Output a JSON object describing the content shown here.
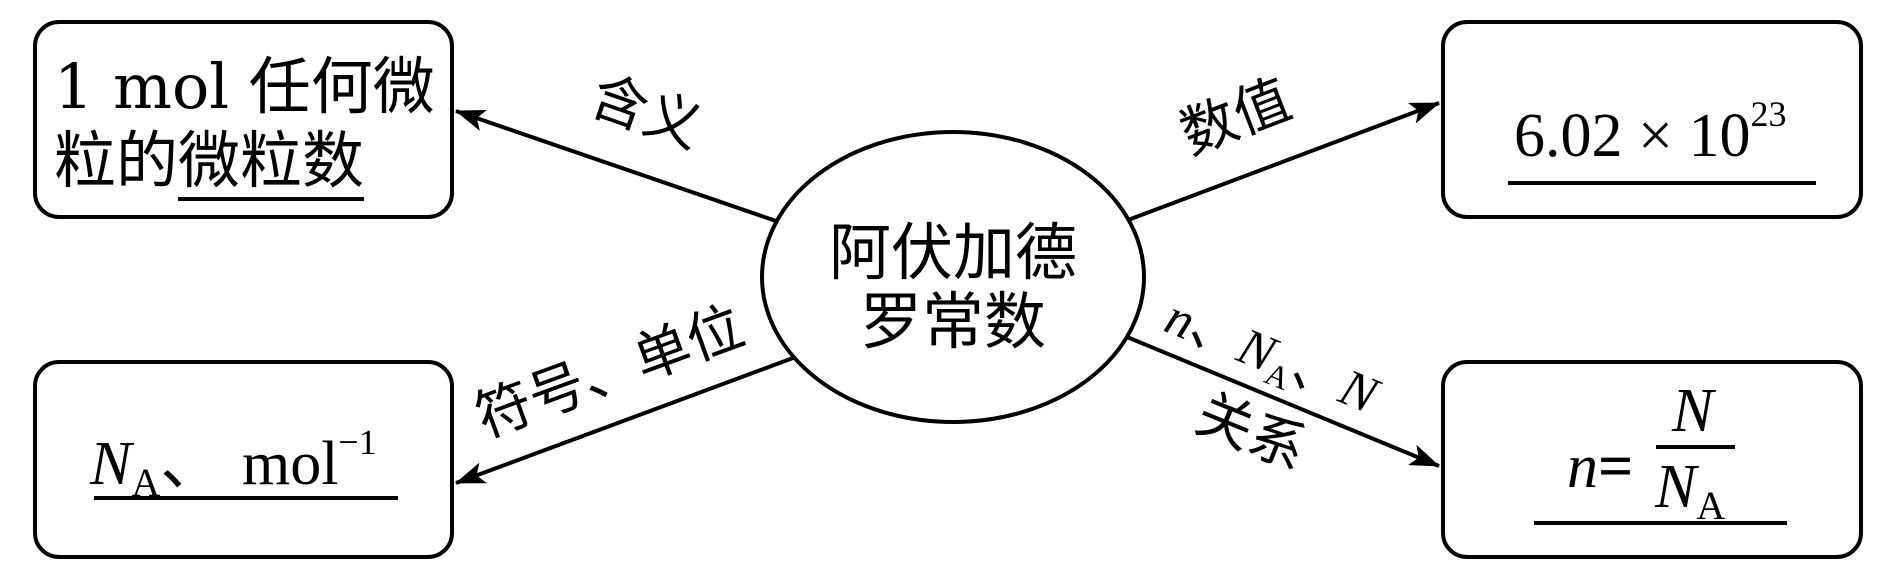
{
  "center": {
    "line1": "阿伏加德",
    "line2": "罗常数"
  },
  "nodes": {
    "meaning": {
      "line1": "1 mol 任何微",
      "line2_prefix": "粒的",
      "line2_answer": "微粒数"
    },
    "value": {
      "mantissa": "6.02",
      "times": "×",
      "base": "10",
      "exponent": "23"
    },
    "symbol_unit": {
      "symbol": "N",
      "symbol_sub": "A",
      "sep": "、 ",
      "unit": "mol",
      "unit_exp": "−1"
    },
    "relation": {
      "lhs": "n",
      "eq": "=",
      "numerator": "N",
      "denominator": "N",
      "denominator_sub": "A"
    }
  },
  "edges": {
    "meaning_label": "含义",
    "value_label": "数值",
    "symbol_unit_label": "符号、单位",
    "relation_label_top_n": "n",
    "relation_label_top_sep1": "、",
    "relation_label_top_NA": "N",
    "relation_label_top_NA_sub": "A",
    "relation_label_top_sep2": "、",
    "relation_label_top_N": "N",
    "relation_label_bottom": "关系"
  },
  "colors": {
    "stroke": "#000000",
    "background": "#ffffff"
  }
}
